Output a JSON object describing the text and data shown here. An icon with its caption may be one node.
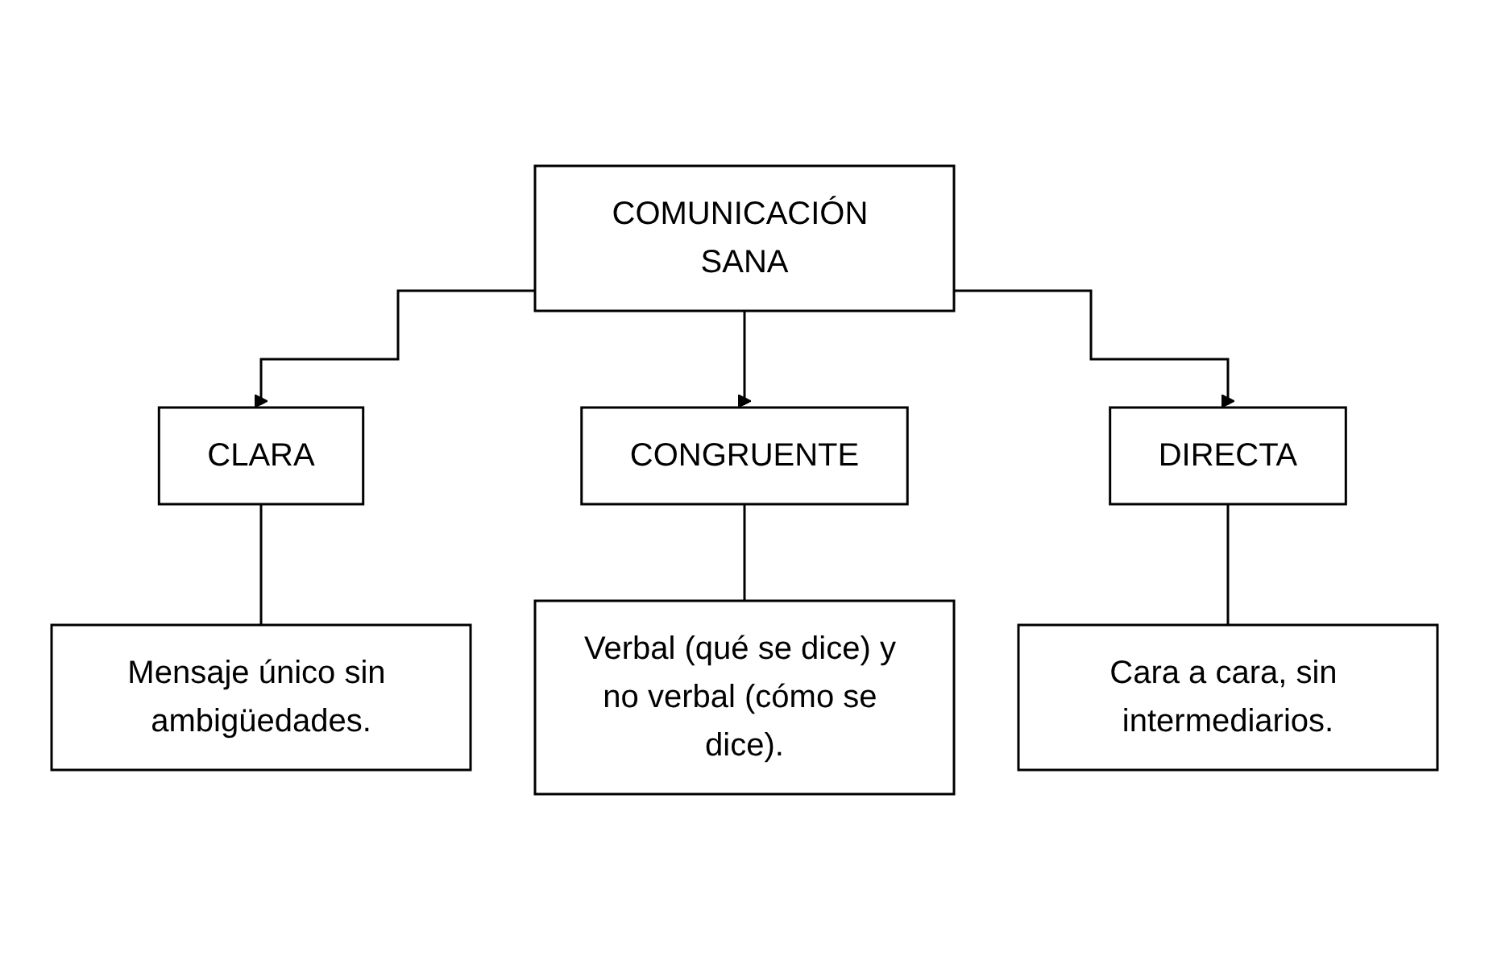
{
  "diagram": {
    "nodes": [
      {
        "text": [
          "COMUNICACIÓN SANA"
        ]
      },
      {
        "text": [
          "CLARA"
        ]
      },
      {
        "text": [
          "CONGRUENTE"
        ]
      },
      {
        "text": [
          "DIRECTA"
        ]
      },
      {
        "text": [
          "Mensaje único sin ambigüedades."
        ]
      },
      {
        "text": [
          "Verbal (qué se dice) y no verbal (cómo se dice)."
        ]
      },
      {
        "text": [
          "Cara a cara, sin intermediarios."
        ]
      }
    ],
    "edges": [
      {
        "from": 0,
        "to": 1,
        "arrow": "to"
      },
      {
        "from": 0,
        "to": 2,
        "arrow": "to"
      },
      {
        "from": 0,
        "to": 3,
        "arrow": "to"
      },
      {
        "from": 1,
        "to": 4,
        "arrow": "none"
      },
      {
        "from": 2,
        "to": 5,
        "arrow": "none"
      },
      {
        "from": 3,
        "to": 6,
        "arrow": "none"
      }
    ]
  }
}
